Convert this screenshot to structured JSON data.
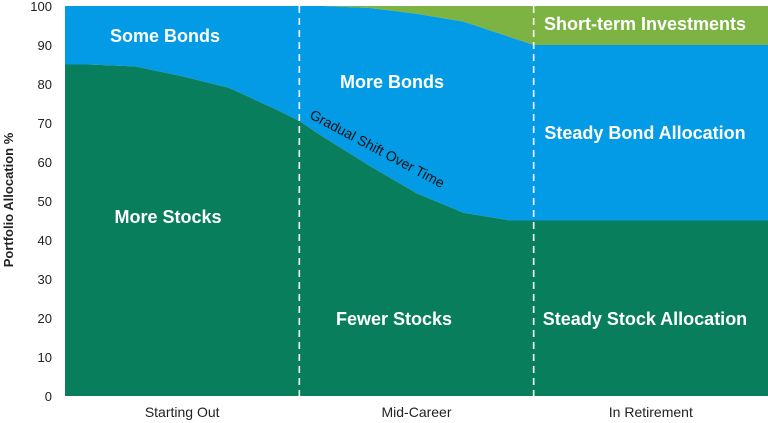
{
  "chart_data": {
    "type": "area",
    "ylabel": "Portfolio Allocation %",
    "ylim": [
      0,
      100
    ],
    "y_ticks": [
      "0",
      "10",
      "20",
      "30",
      "40",
      "50",
      "60",
      "70",
      "80",
      "90",
      "100"
    ],
    "phases": [
      "Starting Out",
      "Mid-Career",
      "In Retirement"
    ],
    "x": [
      0,
      0.2,
      0.6,
      1.0,
      1.4,
      1.8,
      2.0,
      2.2,
      2.6,
      3.0,
      3.4,
      3.8,
      4.0,
      4.4,
      4.8,
      5.2,
      5.6,
      6.0
    ],
    "series": [
      {
        "name": "Stocks",
        "values": [
          85,
          85,
          84.5,
          82,
          79,
          73.5,
          70.5,
          66.5,
          59,
          52,
          47,
          45,
          45,
          45,
          45,
          45,
          45,
          45
        ]
      },
      {
        "name": "Bonds",
        "values": [
          15,
          15,
          15.5,
          18,
          21,
          26.5,
          29.5,
          33.5,
          40.5,
          46,
          49,
          47,
          45,
          45,
          45,
          45,
          45,
          45
        ]
      },
      {
        "name": "Short-term Investments",
        "values": [
          0,
          0,
          0,
          0,
          0,
          0,
          0,
          0,
          0.5,
          2,
          4,
          8,
          10,
          10,
          10,
          10,
          10,
          10
        ]
      }
    ],
    "region_labels": {
      "some_bonds": "Some Bonds",
      "more_stocks": "More Stocks",
      "more_bonds": "More Bonds",
      "fewer_stocks": "Fewer Stocks",
      "short_term": "Short-term Investments",
      "steady_bonds": "Steady Bond Allocation",
      "steady_stocks": "Steady Stock Allocation"
    },
    "annotation": "Gradual Shift Over Time",
    "colors": {
      "stocks": "#087e5c",
      "bonds": "#039be5",
      "short_term": "#7cb342",
      "divider": "#ffffff"
    },
    "grid": false
  }
}
